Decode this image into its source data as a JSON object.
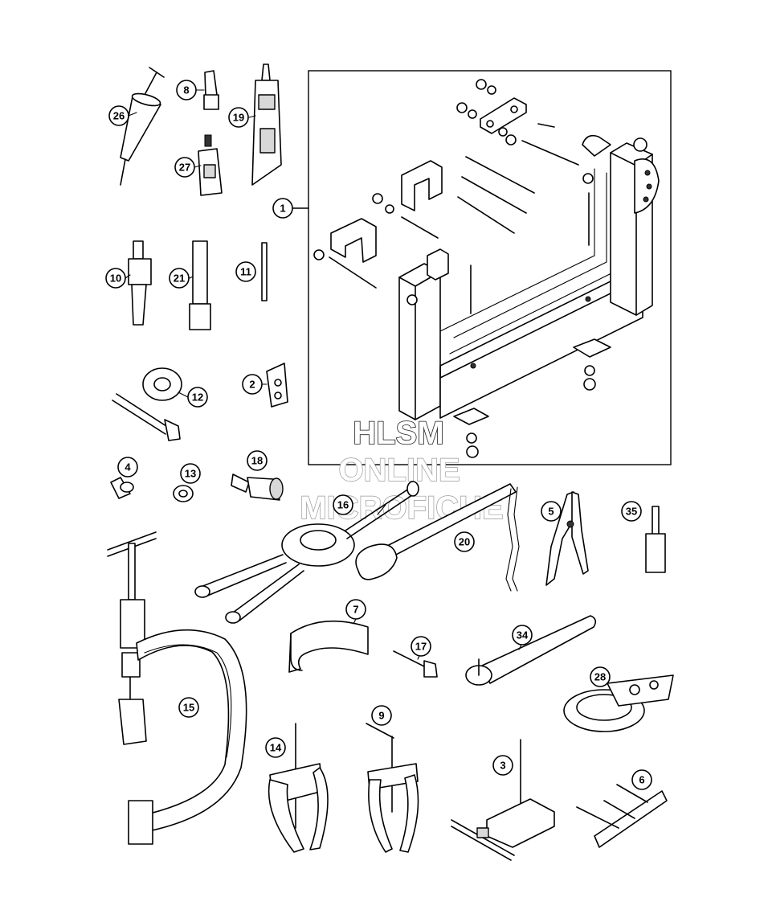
{
  "callouts": {
    "c1": "1",
    "c2": "2",
    "c3": "3",
    "c4": "4",
    "c5": "5",
    "c6": "6",
    "c7": "7",
    "c8": "8",
    "c9": "9",
    "c10": "10",
    "c11": "11",
    "c12": "12",
    "c13": "13",
    "c14": "14",
    "c15": "15",
    "c16": "16",
    "c17": "17",
    "c18": "18",
    "c19": "19",
    "c20": "20",
    "c21": "21",
    "c26": "26",
    "c27": "27",
    "c28": "28",
    "c34": "34",
    "c35": "35"
  },
  "watermark": {
    "line1": "HLSM",
    "line2": "ONLINE",
    "line3": "MICROFICHE"
  },
  "colors": {
    "ink": "#000000",
    "paper": "#ffffff",
    "shade": "#d8d8d8"
  }
}
